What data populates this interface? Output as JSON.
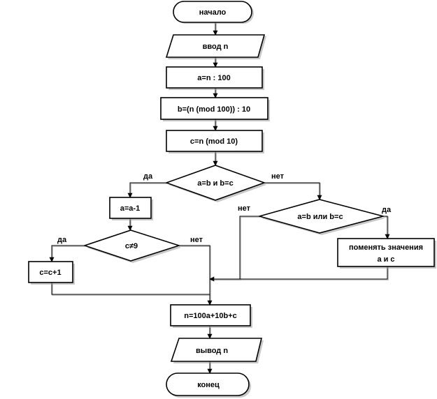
{
  "flowchart": {
    "start": "начало",
    "input": "ввод n",
    "step_a": "a=n : 100",
    "step_b": "b=(n (mod 100)) : 10",
    "step_c": "c=n (mod 10)",
    "decision_1": "a=b и b=c",
    "decision_1_yes": "да",
    "decision_1_no": "нет",
    "dec_a": "a=a-1",
    "decision_2": "c≠9",
    "decision_2_yes": "да",
    "decision_2_no": "нет",
    "inc_c": "c=c+1",
    "decision_3": "a=b или b=c",
    "decision_3_yes": "да",
    "decision_3_no": "нет",
    "swap_line1": "поменять значения",
    "swap_line2": "a и c",
    "compute_n": "n=100a+10b+c",
    "output": "вывод n",
    "end": "конец"
  }
}
